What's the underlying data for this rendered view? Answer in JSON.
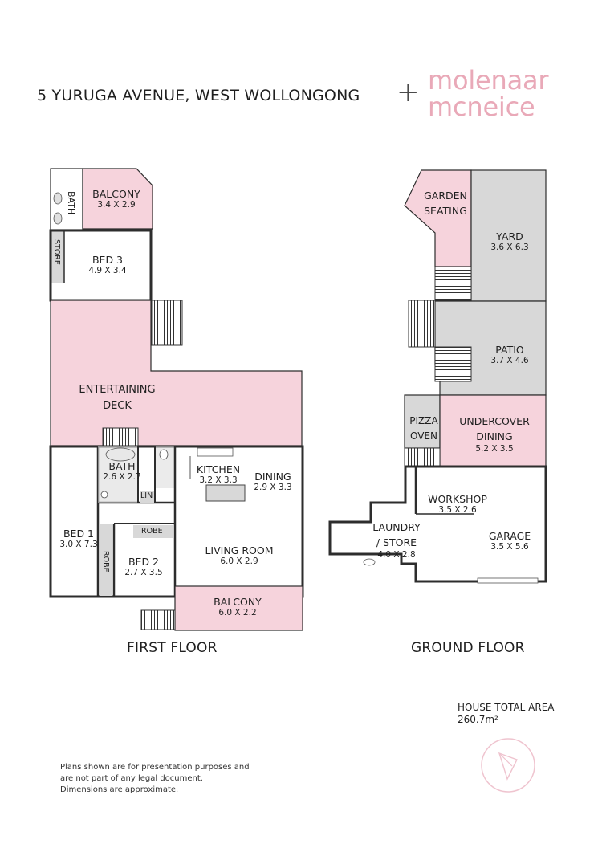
{
  "header": {
    "address": "5 YURUGA AVENUE, WEST WOLLONGONG",
    "brand_plus": "+",
    "brand_line1": "molenaar",
    "brand_line2": "mcneice"
  },
  "first_floor": {
    "title": "FIRST FLOOR",
    "rooms": {
      "bath_top": "BATH",
      "balcony_top": {
        "name": "BALCONY",
        "dims": "3.4 X 2.9"
      },
      "store": "STORE",
      "bed3": {
        "name": "BED 3",
        "dims": "4.9 X 3.4"
      },
      "deck": {
        "line1": "ENTERTAINING",
        "line2": "DECK"
      },
      "bath": {
        "name": "BATH",
        "dims": "2.6 X 2.7"
      },
      "lin": "LIN",
      "kitchen": {
        "name": "KITCHEN",
        "dims": "3.2 X 3.3"
      },
      "dining": {
        "name": "DINING",
        "dims": "2.9 X 3.3"
      },
      "bed1": {
        "name": "BED 1",
        "dims": "3.0 X 7.3"
      },
      "robe_side": "ROBE",
      "robe_top": "ROBE",
      "bed2": {
        "name": "BED 2",
        "dims": "2.7 X 3.5"
      },
      "living": {
        "name": "LIVING ROOM",
        "dims": "6.0 X 2.9"
      },
      "balcony": {
        "name": "BALCONY",
        "dims": "6.0 X 2.2"
      }
    }
  },
  "ground_floor": {
    "title": "GROUND FLOOR",
    "rooms": {
      "garden": {
        "line1": "GARDEN",
        "line2": "SEATING"
      },
      "yard": {
        "name": "YARD",
        "dims": "3.6 X 6.3"
      },
      "patio": {
        "name": "PATIO",
        "dims": "3.7 X 4.6"
      },
      "pizza": {
        "line1": "PIZZA",
        "line2": "OVEN"
      },
      "undercover": {
        "line1": "UNDERCOVER",
        "line2": "DINING",
        "dims": "5.2 X 3.5"
      },
      "workshop": {
        "name": "WORKSHOP",
        "dims": "3.5 X 2.6"
      },
      "laundry": {
        "line1": "LAUNDRY",
        "line2": "/ STORE",
        "dims": "4.0 X 2.8"
      },
      "garage": {
        "name": "GARAGE",
        "dims": "3.5 X 5.6"
      }
    }
  },
  "total_area": {
    "label": "HOUSE TOTAL AREA",
    "value": "260.7m²"
  },
  "disclaimer": [
    "Plans shown are for presentation purposes and",
    "are not part of any legal document.",
    "Dimensions are approximate."
  ],
  "colors": {
    "pink_fill": "#f6d3dc",
    "grey_fill": "#d8d8d8",
    "wall": "#2d2d2d",
    "brand": "#e9a9b8"
  }
}
